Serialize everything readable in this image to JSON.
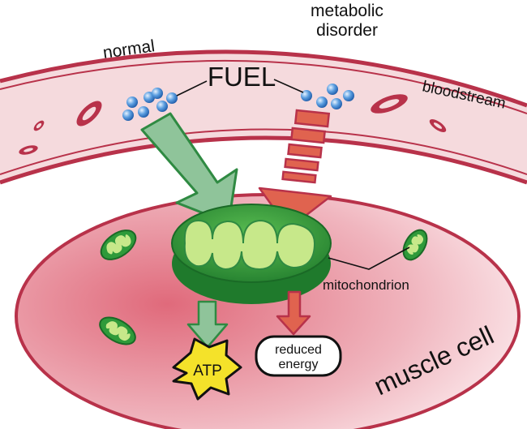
{
  "labels": {
    "normal": "normal",
    "metabolic_line1": "metabolic",
    "metabolic_line2": "disorder",
    "fuel": "FUEL",
    "bloodstream": "bloodstream",
    "mitochondrion": "mitochondrion",
    "atp": "ATP",
    "reduced_line1": "reduced",
    "reduced_line2": "energy",
    "muscle_cell": "muscle cell"
  },
  "colors": {
    "vessel_wall": "#b8324a",
    "vessel_fill": "#f3d6d9",
    "red_blood_cell": "#b8324a",
    "fuel_molecule": "#3a7fc8",
    "cell_fill": "#e47e8c",
    "mitochondrion": "#2f9a3a",
    "cristae": "#c7e88a",
    "normal_arrow": "#8fc49a",
    "disorder_arrow": "#e0634f",
    "atp_star": "#f4e22a"
  }
}
